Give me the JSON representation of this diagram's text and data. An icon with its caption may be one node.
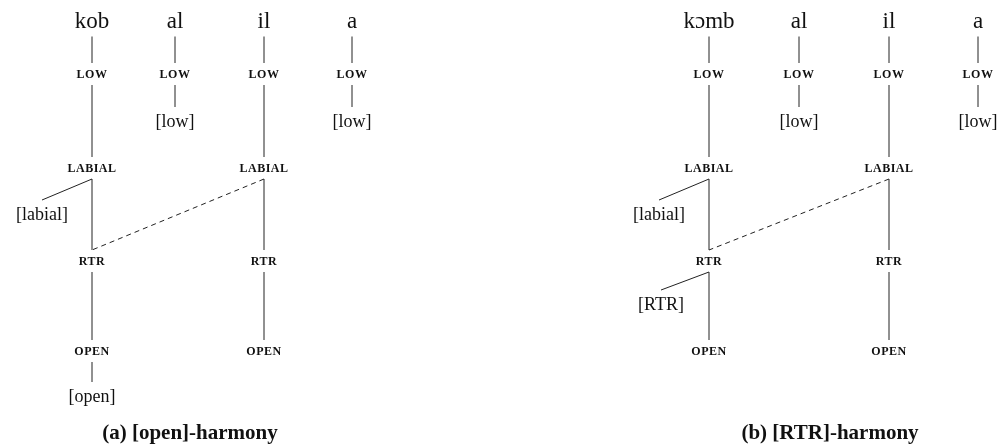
{
  "diagram": {
    "nodes": [
      {
        "text": [
          "kob"
        ]
      },
      {
        "text": [
          "al"
        ]
      },
      {
        "text": [
          "il"
        ]
      },
      {
        "text": [
          "a"
        ]
      },
      {
        "text": [
          "LOW"
        ]
      },
      {
        "text": [
          "LOW"
        ]
      },
      {
        "text": [
          "LOW"
        ]
      },
      {
        "text": [
          "LOW"
        ]
      },
      {
        "text": [
          "[low]"
        ]
      },
      {
        "text": [
          "[low]"
        ]
      },
      {
        "text": [
          "LABIAL"
        ]
      },
      {
        "text": [
          "LABIAL"
        ]
      },
      {
        "text": [
          "[labial]"
        ]
      },
      {
        "text": [
          "RTR"
        ]
      },
      {
        "text": [
          "RTR"
        ]
      },
      {
        "text": [
          "OPEN"
        ]
      },
      {
        "text": [
          "OPEN"
        ]
      },
      {
        "text": [
          "[open]"
        ]
      },
      {
        "text": [
          "kɔmb"
        ]
      },
      {
        "text": [
          "al"
        ]
      },
      {
        "text": [
          "il"
        ]
      },
      {
        "text": [
          "a"
        ]
      },
      {
        "text": [
          "LOW"
        ]
      },
      {
        "text": [
          "LOW"
        ]
      },
      {
        "text": [
          "LOW"
        ]
      },
      {
        "text": [
          "LOW"
        ]
      },
      {
        "text": [
          "[low]"
        ]
      },
      {
        "text": [
          "[low]"
        ]
      },
      {
        "text": [
          "LABIAL"
        ]
      },
      {
        "text": [
          "LABIAL"
        ]
      },
      {
        "text": [
          "[labial]"
        ]
      },
      {
        "text": [
          "RTR"
        ]
      },
      {
        "text": [
          "RTR"
        ]
      },
      {
        "text": [
          "[RTR]"
        ]
      },
      {
        "text": [
          "OPEN"
        ]
      },
      {
        "text": [
          "OPEN"
        ]
      }
    ],
    "edges": [
      {
        "from": 0,
        "to": 4,
        "arrow": "none"
      },
      {
        "from": 1,
        "to": 5,
        "arrow": "none"
      },
      {
        "from": 2,
        "to": 6,
        "arrow": "none"
      },
      {
        "from": 3,
        "to": 7,
        "arrow": "none"
      },
      {
        "from": 5,
        "to": 8,
        "arrow": "none"
      },
      {
        "from": 7,
        "to": 9,
        "arrow": "none"
      },
      {
        "from": 4,
        "to": 10,
        "arrow": "none"
      },
      {
        "from": 6,
        "to": 11,
        "arrow": "none"
      },
      {
        "from": 12,
        "to": 10,
        "arrow": "none"
      },
      {
        "from": 10,
        "to": 13,
        "arrow": "none"
      },
      {
        "from": 11,
        "to": 14,
        "arrow": "none"
      },
      {
        "from": 13,
        "to": 11,
        "arrow": "none",
        "style": "dashed"
      },
      {
        "from": 13,
        "to": 15,
        "arrow": "none"
      },
      {
        "from": 14,
        "to": 16,
        "arrow": "none"
      },
      {
        "from": 15,
        "to": 17,
        "arrow": "none"
      },
      {
        "from": 18,
        "to": 22,
        "arrow": "none"
      },
      {
        "from": 19,
        "to": 23,
        "arrow": "none"
      },
      {
        "from": 20,
        "to": 24,
        "arrow": "none"
      },
      {
        "from": 21,
        "to": 25,
        "arrow": "none"
      },
      {
        "from": 23,
        "to": 26,
        "arrow": "none"
      },
      {
        "from": 25,
        "to": 27,
        "arrow": "none"
      },
      {
        "from": 22,
        "to": 28,
        "arrow": "none"
      },
      {
        "from": 24,
        "to": 29,
        "arrow": "none"
      },
      {
        "from": 30,
        "to": 28,
        "arrow": "none"
      },
      {
        "from": 28,
        "to": 31,
        "arrow": "none"
      },
      {
        "from": 29,
        "to": 32,
        "arrow": "none"
      },
      {
        "from": 31,
        "to": 29,
        "arrow": "none",
        "style": "dashed"
      },
      {
        "from": 33,
        "to": 31,
        "arrow": "none"
      },
      {
        "from": 31,
        "to": 34,
        "arrow": "none"
      },
      {
        "from": 32,
        "to": 35,
        "arrow": "none"
      }
    ],
    "labels": [
      "(a) [open]-harmony",
      "(b) [RTR]-harmony"
    ]
  }
}
